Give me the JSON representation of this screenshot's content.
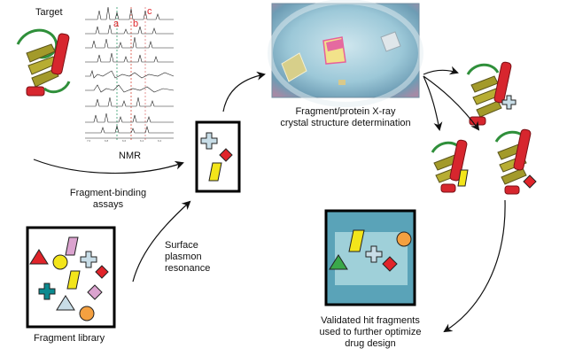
{
  "labels": {
    "target": "Target",
    "nmr": "NMR",
    "nmr_peak_a": "a",
    "nmr_peak_b": "b",
    "nmr_peak_c": "c",
    "fragment_binding_line1": "Fragment-binding",
    "fragment_binding_line2": "assays",
    "surface_line1": "Surface",
    "surface_line2": "plasmon",
    "surface_line3": "resonance",
    "fragment_library": "Fragment library",
    "xray_line1": "Fragment/protein X-ray",
    "xray_line2": "crystal structure determination",
    "validated_line1": "Validated hit fragments",
    "validated_line2": "used to further optimize",
    "validated_line3": "drug design"
  },
  "colors": {
    "protein_helix": "#d7262e",
    "protein_sheet": "#a39a2a",
    "protein_loop": "#2f8f3a",
    "nmr_a_line": "#2e9a6a",
    "nmr_b_line": "#d84a3a",
    "nmr_c_line": "#e07a7a",
    "frag_red": "#e0242a",
    "frag_yellow": "#f3e51a",
    "frag_pink": "#dba3cf",
    "frag_lightblue": "#c8dde7",
    "frag_teal": "#0b8a8f",
    "frag_orange": "#f4a040",
    "frag_green": "#3aa84a",
    "hit_box_bg": "#5aa3b8",
    "hit_box_inner": "#9fd0d9",
    "crystal_bg": "#8fbfd0"
  }
}
